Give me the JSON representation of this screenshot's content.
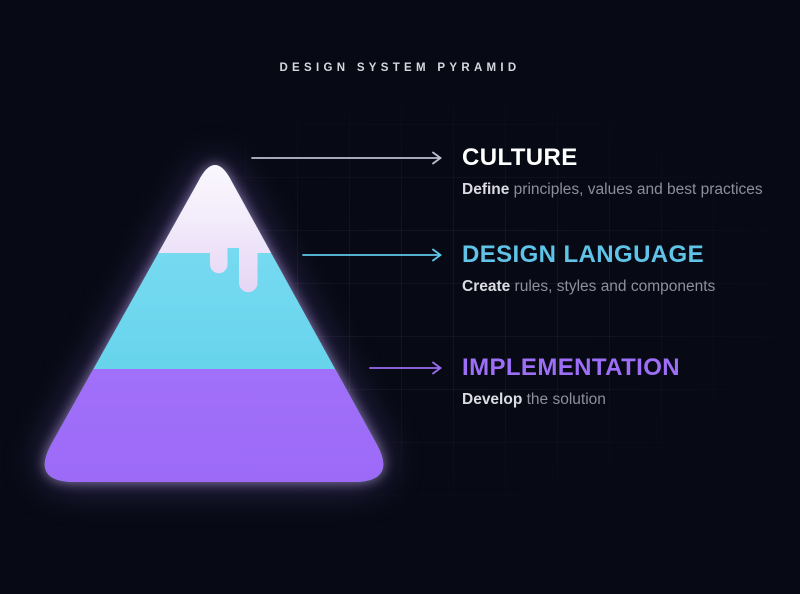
{
  "title": "DESIGN SYSTEM PYRAMID",
  "colors": {
    "background": "#070a14",
    "grid_line": "rgba(255,255,255,0.05)",
    "pyramid_top_segment": "#f2e9fa",
    "pyramid_middle_segment": "#6fd5ee",
    "pyramid_bottom_segment": "#9f6ef9",
    "glow": "#b48cff",
    "culture_accent": "#ffffff",
    "design_language_accent": "#5fc4e8",
    "implementation_accent": "#9d6ef7",
    "culture_arrow": "#c0bdd1",
    "design_language_arrow": "#5fc8e9",
    "implementation_arrow": "#9a6cf2"
  },
  "levels": [
    {
      "id": "culture",
      "heading": "CULTURE",
      "description_bold": "Define",
      "description_rest": " principles, values and best practices",
      "accent": "#ffffff"
    },
    {
      "id": "design-language",
      "heading": "DESIGN LANGUAGE",
      "description_bold": "Create",
      "description_rest": " rules, styles and components",
      "accent": "#5fc4e8"
    },
    {
      "id": "implementation",
      "heading": "IMPLEMENTATION",
      "description_bold": "Develop",
      "description_rest": " the solution",
      "accent": "#9d6ef7"
    }
  ]
}
